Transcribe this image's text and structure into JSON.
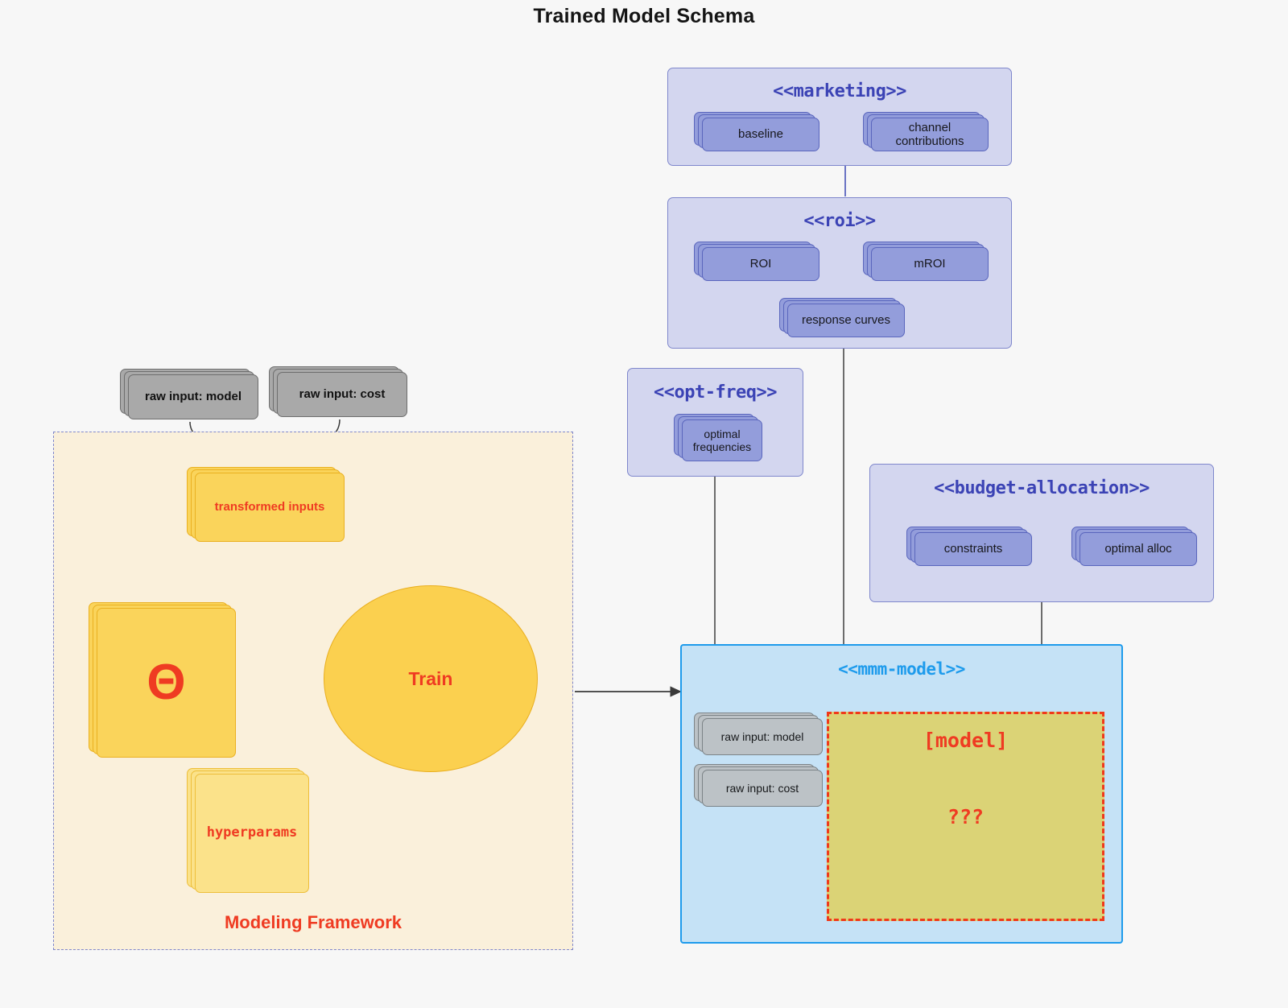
{
  "title": "Trained Model Schema",
  "packages": [
    {
      "id": "marketing",
      "title": "<<marketing>>",
      "nodes": [
        {
          "id": "baseline",
          "label": "baseline"
        },
        {
          "id": "channel-contributions",
          "label": "channel contributions"
        }
      ]
    },
    {
      "id": "roi",
      "title": "<<roi>>",
      "nodes": [
        {
          "id": "roi-node",
          "label": "ROI"
        },
        {
          "id": "mroi",
          "label": "mROI"
        },
        {
          "id": "response-curves",
          "label": "response curves"
        }
      ]
    },
    {
      "id": "opt-freq",
      "title": "<<opt-freq>>",
      "nodes": [
        {
          "id": "optimal-frequencies",
          "label": "optimal frequencies"
        }
      ]
    },
    {
      "id": "budget-allocation",
      "title": "<<budget-allocation>>",
      "nodes": [
        {
          "id": "constraints",
          "label": "constraints"
        },
        {
          "id": "optimal-alloc",
          "label": "optimal alloc"
        }
      ]
    }
  ],
  "framework": {
    "label": "Modeling Framework",
    "raw_inputs": [
      {
        "id": "raw-input-model",
        "label": "raw input: model"
      },
      {
        "id": "raw-input-cost",
        "label": "raw input: cost"
      }
    ],
    "transformed_inputs": "transformed inputs",
    "theta": "Θ",
    "hyperparams": "hyperparams",
    "train": "Train"
  },
  "mmm_model": {
    "title": "<<mmm-model>>",
    "raw_inputs": [
      {
        "id": "mmm-raw-input-model",
        "label": "raw input: model"
      },
      {
        "id": "mmm-raw-input-cost",
        "label": "raw input: cost"
      }
    ],
    "model_label": "[model]",
    "unknown_label": "???"
  },
  "colors": {
    "canvas": "#f7f7f7",
    "package_fill": "#d3d6ef",
    "package_border": "#7f87cc",
    "package_title": "#3b43b5",
    "node_purple_fill": "#939ddb",
    "node_purple_border": "#5a66bd",
    "node_grey_fill": "#a9a9a9",
    "node_grey_border": "#6e6e6e",
    "node_grey_soft_fill": "#bcc2c6",
    "framework_fill": "#faf0db",
    "framework_border": "#7f87cc",
    "accent_red": "#ef3b22",
    "yellow_fill": "#fad45b",
    "yellow_border": "#eab020",
    "yellow_pale_fill": "#fbe28a",
    "ellipse_fill": "#fbd04f",
    "mmm_fill": "#c5e2f6",
    "mmm_border": "#1e9bec",
    "model_box_fill": "#dbd376",
    "model_box_border": "#f0391a",
    "edge_grey": "#4a4a4a",
    "edge_purple": "#6a73c4"
  }
}
